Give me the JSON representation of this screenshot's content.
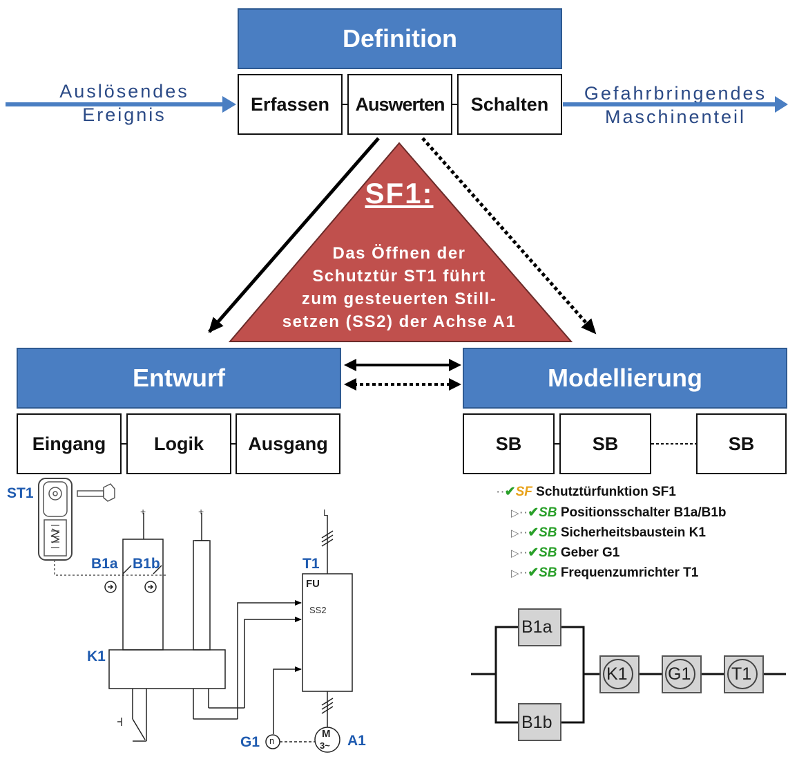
{
  "definition": {
    "title": "Definition",
    "steps": [
      "Erfassen",
      "Auswerten",
      "Schalten"
    ]
  },
  "flow": {
    "left_label": [
      "Auslösendes",
      "Ereignis"
    ],
    "right_label": [
      "Gefahrbringendes",
      "Maschinenteil"
    ]
  },
  "triangle": {
    "title": "SF1:",
    "lines": [
      "Das Öffnen der",
      "Schutztür ST1 führt",
      "zum gesteuerten Still-",
      "setzen (SS2) der Achse A1"
    ],
    "color": "#c0504d"
  },
  "entwurf": {
    "title": "Entwurf",
    "boxes": [
      "Eingang",
      "Logik",
      "Ausgang"
    ]
  },
  "modellierung": {
    "title": "Modellierung",
    "boxes": [
      "SB",
      "SB",
      "SB"
    ]
  },
  "circuit": {
    "labels": {
      "st1": "ST1",
      "b1a": "B1a",
      "b1b": "B1b",
      "k1": "K1",
      "t1": "T1",
      "fu": "FU",
      "ss2": "SS2",
      "g1": "G1",
      "a1": "A1",
      "l": "L",
      "plus": "+",
      "n": "n",
      "m": "M",
      "m3": "3~"
    }
  },
  "tree": {
    "root_tag": "SF",
    "root_label": "Schutztürfunktion SF1",
    "child_tag": "SB",
    "children": [
      "Positionsschalter B1a/B1b",
      "Sicherheitsbaustein K1",
      "Geber G1",
      "Frequenzumrichter T1"
    ]
  },
  "rbd": {
    "blocks": [
      "B1a",
      "B1b",
      "K1",
      "G1",
      "T1"
    ]
  },
  "colors": {
    "header_blue": "#4a7ec2",
    "flow_blue": "#4a7ec2",
    "triangle_red": "#c0504d",
    "check_green": "#2aa02a",
    "label_blue": "#1f5bb0"
  }
}
